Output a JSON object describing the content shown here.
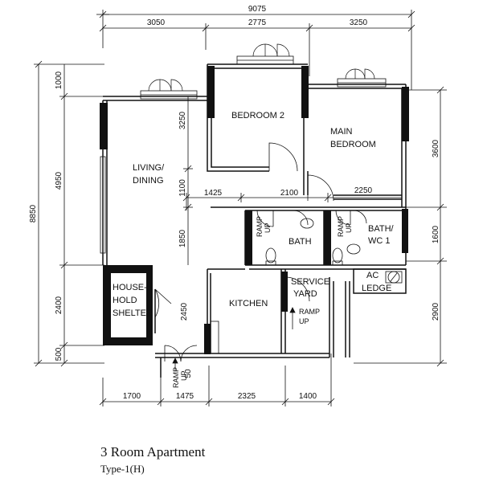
{
  "dimensions": {
    "top_total": "9075",
    "top": [
      "3050",
      "2775",
      "3250"
    ],
    "bottom": [
      "1700",
      "1475",
      "2325",
      "1400"
    ],
    "left_total": "8850",
    "left": [
      "1000",
      "4950",
      "2400",
      "500"
    ],
    "right": [
      "3600",
      "1600",
      "2900"
    ],
    "inner": {
      "bedroom2_height": "3250",
      "corridor_height": "1100",
      "kitchen_top": "1850",
      "shelter_door": "2450",
      "ramp_width": "50",
      "corridor_a": "1425",
      "corridor_b": "2100",
      "corridor_c": "2250"
    }
  },
  "rooms": {
    "bedroom2": "BEDROOM 2",
    "main_bedroom": [
      "MAIN",
      "BEDROOM"
    ],
    "living": [
      "LIVING/",
      "DINING"
    ],
    "bath": "BATH",
    "bath_wc": [
      "BATH/",
      "WC 1"
    ],
    "shelter": [
      "HOUSE-",
      "HOLD",
      "SHELTER"
    ],
    "kitchen": "KITCHEN",
    "service_yard": [
      "SERVICE",
      "YARD"
    ],
    "ac_ledge": [
      "AC",
      "LEDGE"
    ]
  },
  "labels": {
    "ramp_up": [
      "RAMP",
      "UP"
    ],
    "ramp_kitchen": [
      "RAMP",
      "UP"
    ],
    "ramp_bath1": [
      "RAMP",
      "UP"
    ],
    "ramp_bath2": [
      "RAMP",
      "UP"
    ]
  },
  "caption": {
    "title": "3 Room Apartment",
    "subtitle": "Type-1(H)"
  }
}
